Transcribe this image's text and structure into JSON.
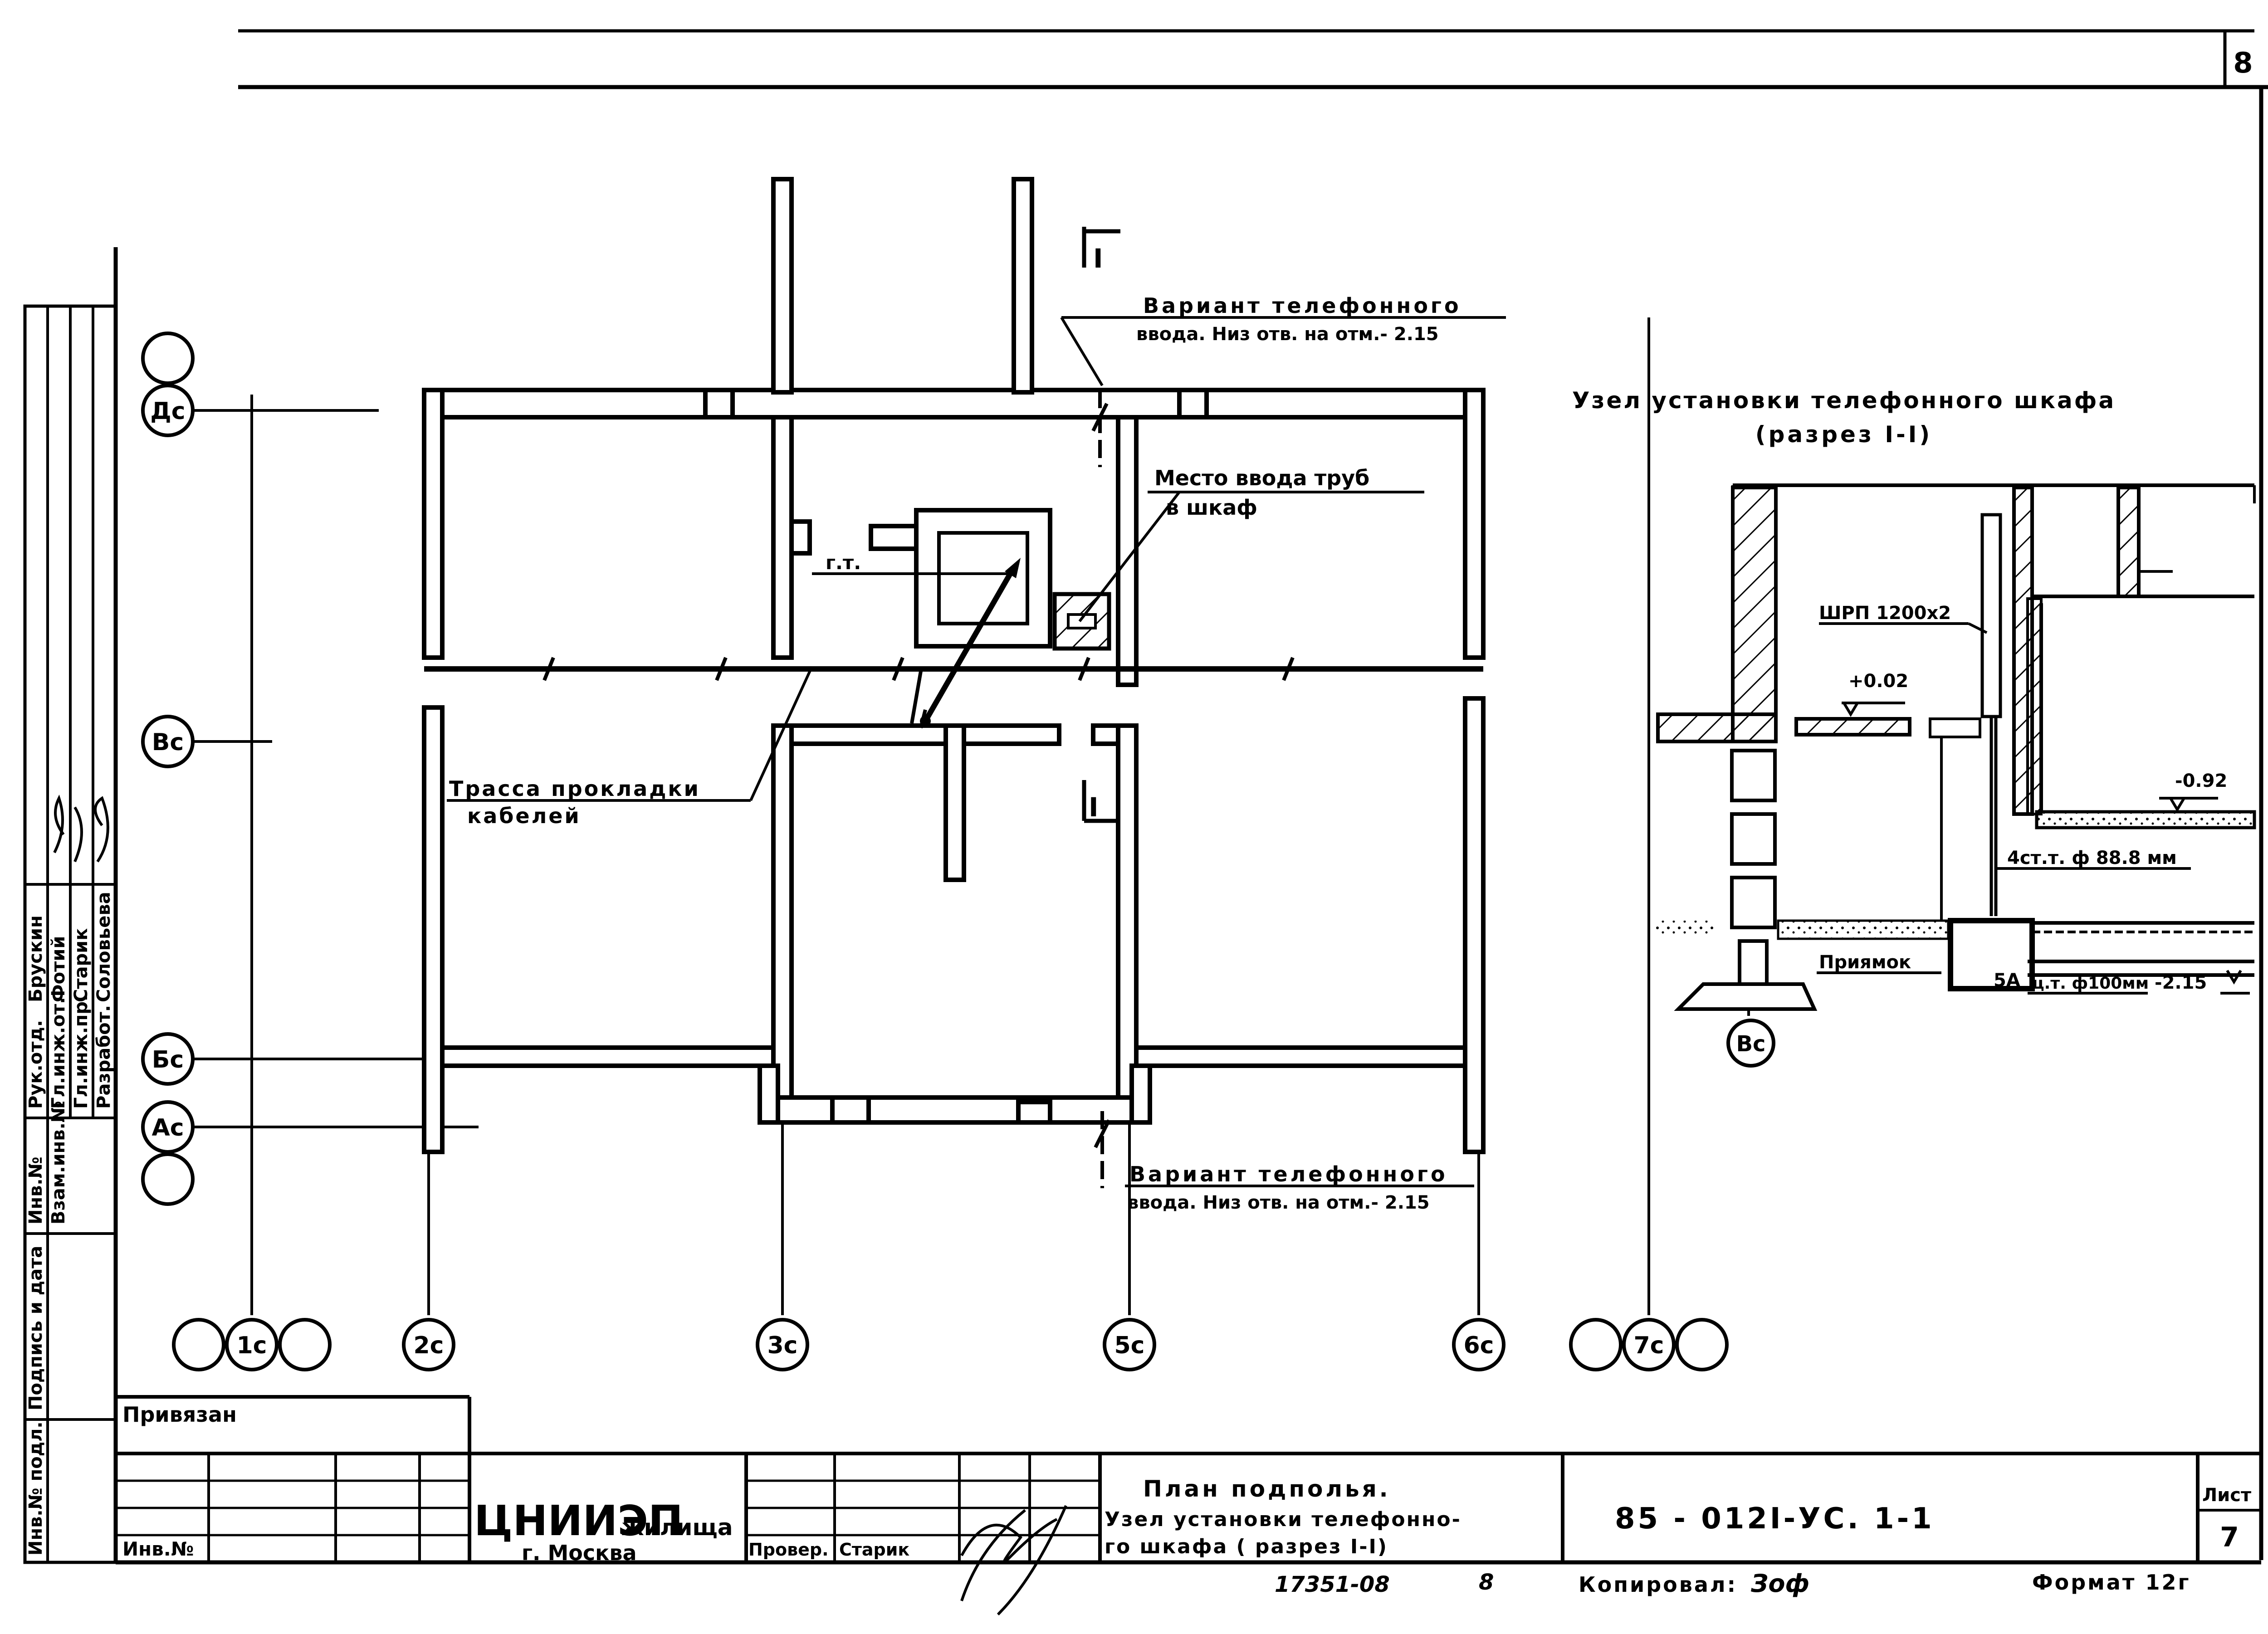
{
  "sheet_number_top": "8",
  "plan": {
    "section_mark": "I",
    "section_mark_lower": "I",
    "variant_top_line1": "Вариант телефонного",
    "variant_top_line2": "ввода. Низ отв. на отм.- 2.15",
    "variant_bottom_line1": "Вариант телефонного",
    "variant_bottom_line2": "ввода. Низ отв. на отм.- 2.15",
    "pipe_entry_line1": "Место ввода труб",
    "pipe_entry_line2": "в шкаф",
    "gt_label": "г.т.",
    "cable_route_line1": "Трасса прокладки",
    "cable_route_line2": "кабелей",
    "axes_rows": [
      "Дс",
      "Вс",
      "Бс",
      "Ас"
    ],
    "axes_cols": [
      "1с",
      "2с",
      "3с",
      "5с",
      "6с",
      "7с"
    ]
  },
  "section": {
    "title_line1": "Узел установки телефонного шкафа",
    "title_line2": "(разрез I-I)",
    "cabinet_label": "ШРП 1200х2",
    "level_top": "+0.02",
    "level_mid": "-0.92",
    "pipes_label": "4ст.т. ф 88.8 мм",
    "pit_label": "Приямок",
    "pit_mark": "5А",
    "pipe2_label": "ц.т. ф100мм",
    "level_bottom": "-2.15",
    "axis": "Вс"
  },
  "left_stamp": {
    "rows": [
      "Рук.отд.",
      "Гл.инж.от.",
      "Гл.инж.пр.",
      "Разработ."
    ],
    "names": [
      "Брускин",
      "Фотий",
      "Старик",
      "Соловьева"
    ],
    "vertical_labels": [
      "Инв.№",
      "Взам.инв.№",
      "Подпись и дата",
      "Инв.№ подл."
    ]
  },
  "title_block": {
    "attached": "Привязан",
    "inv_no": "Инв.№",
    "org_line1": "ЦНИИЭП",
    "org_line1_suffix": "жилища",
    "org_line2": "г. Москва",
    "checked_label": "Провер.",
    "checked_name": "Старик",
    "drawing_title_line1": "План подполья.",
    "drawing_title_line2": "Узел установки телефонно-",
    "drawing_title_line3": "го шкафа ( разрез I-I)",
    "designation": "85 - 012I-УС. 1-1",
    "sheet_label": "Лист",
    "sheet_number": "7",
    "archive_no": "17351-08",
    "archive_sheet": "8",
    "copied_label": "Копировал:",
    "copied_sign": "Зоф",
    "format": "Формат 12г"
  }
}
